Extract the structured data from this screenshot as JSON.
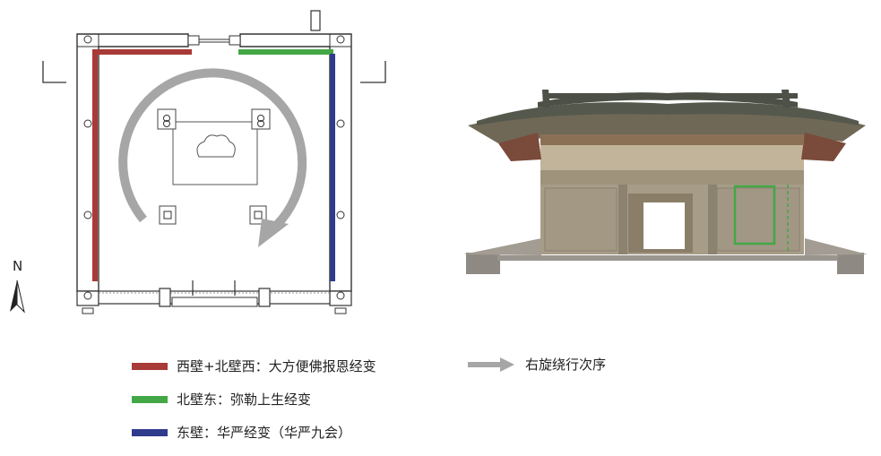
{
  "compass": {
    "label": "N"
  },
  "colors": {
    "west_north_west": "#a83a37",
    "north_east": "#43a745",
    "east": "#2f3b8c",
    "rotation": "#a6a6a6"
  },
  "legend": {
    "red": "西壁+北壁西：大方便佛报恩经变",
    "green": "北壁东：弥勒上生经变",
    "blue": "东壁：华严经变（华严九会）",
    "arrow": "右旋绕行次序"
  }
}
